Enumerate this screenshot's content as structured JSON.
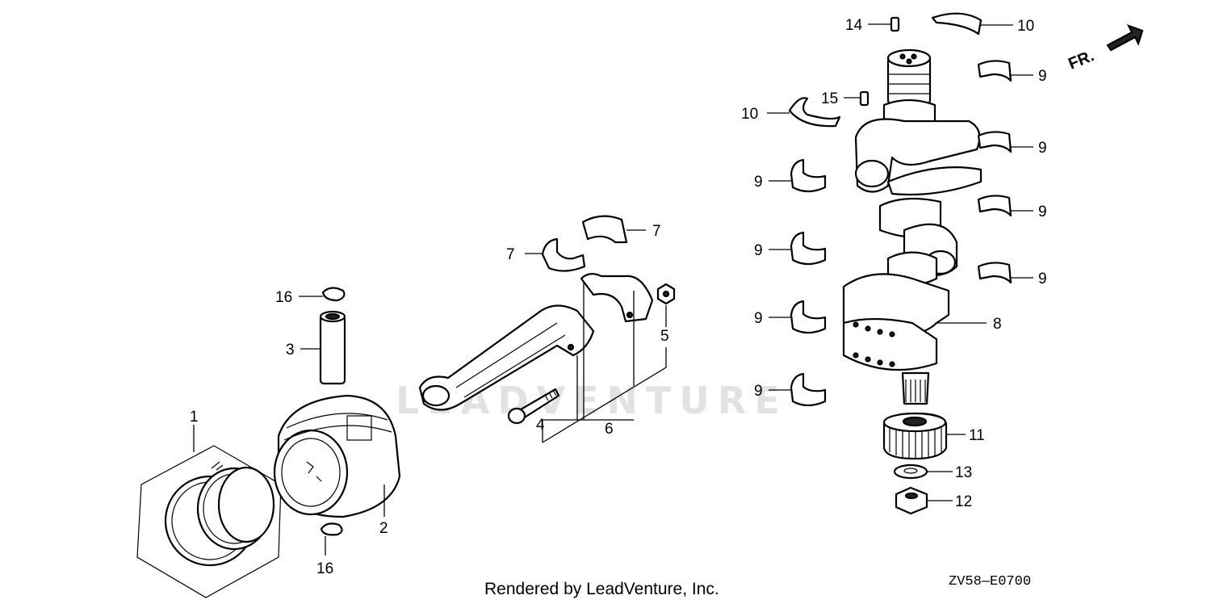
{
  "watermark": "LEADVENTURE",
  "direction_label": "FR.",
  "credit": "Rendered by LeadVenture, Inc.",
  "diagram_code": "ZV58—E0700",
  "callouts": {
    "c1": "1",
    "c2": "2",
    "c3": "3",
    "c4": "4",
    "c5": "5",
    "c6": "6",
    "c7a": "7",
    "c7b": "7",
    "c8": "8",
    "c9a": "9",
    "c9b": "9",
    "c9c": "9",
    "c9d": "9",
    "c9e": "9",
    "c9f": "9",
    "c9g": "9",
    "c9h": "9",
    "c10a": "10",
    "c10b": "10",
    "c11": "11",
    "c12": "12",
    "c13": "13",
    "c14": "14",
    "c15": "15",
    "c16a": "16",
    "c16b": "16"
  }
}
